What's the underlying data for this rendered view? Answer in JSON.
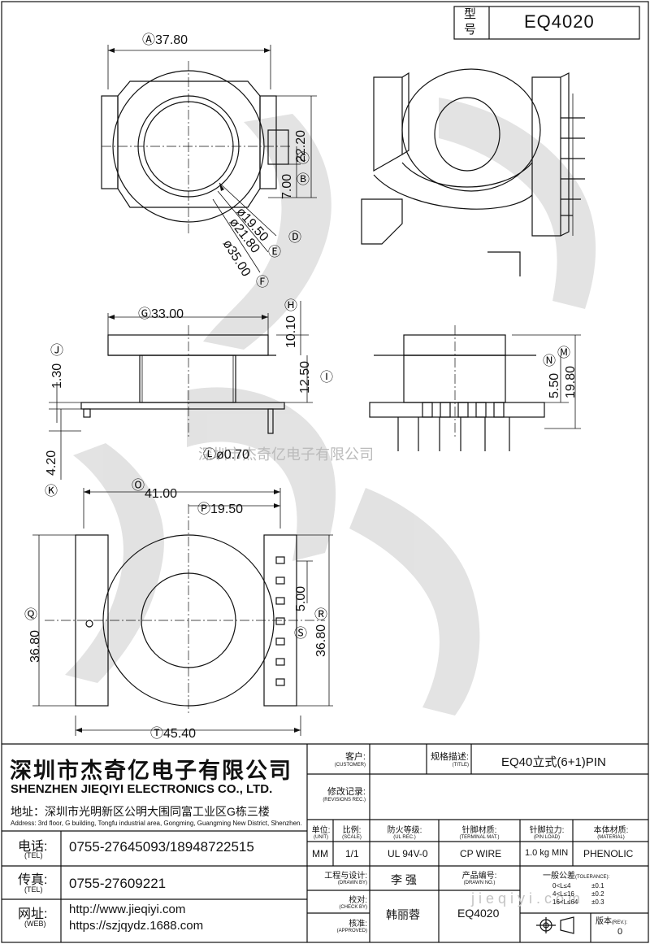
{
  "header": {
    "model_label": "型\n号",
    "model_label_1": "型",
    "model_label_2": "号",
    "model_value": "EQ4020"
  },
  "watermark": {
    "text": "深圳市杰奇亿电子有限公司",
    "site": "j i e q i y i . c o m"
  },
  "dims": {
    "A": "Ⓐ",
    "A_val": "37.80",
    "B_val": "22.20",
    "B": "Ⓑ",
    "C": "Ⓒ",
    "C_val": "7.00",
    "D": "Ⓓ",
    "D_val": "ø19.50",
    "E": "Ⓔ",
    "E_val": "ø21.80",
    "F": "Ⓕ",
    "F_val": "ø35.00",
    "G": "Ⓖ",
    "G_val": "33.00",
    "H": "Ⓗ",
    "H_val": "10.10",
    "I": "Ⓘ",
    "I_val": "12.50",
    "J": "Ⓙ",
    "J_val": "1.30",
    "K": "Ⓚ",
    "K_val": "4.20",
    "L": "Ⓛ",
    "L_val": "ø0.70",
    "M": "Ⓜ",
    "M_val": "19.80",
    "N": "Ⓝ",
    "N_val": "5.50",
    "O": "Ⓞ",
    "O_val": "41.00",
    "P": "Ⓟ",
    "P_val": "19.50",
    "Q": "Ⓠ",
    "Q_val": "36.80",
    "R": "Ⓡ",
    "R_val": "36.80",
    "S": "Ⓢ",
    "S_val": "5.00",
    "T": "Ⓣ",
    "T_val": "45.40"
  },
  "company": {
    "name_cn": "深圳市杰奇亿电子有限公司",
    "name_en": "SHENZHEN JIEQIYI ELECTRONICS CO., LTD.",
    "address_label": "地址：",
    "address_cn": "深圳市光明新区公明大围同富工业区G栋三楼",
    "address_en": "Address: 3rd floor, G building, Tongfu industrial area, Gongming, Guangming New District, Shenzhen.",
    "tel_label": "电话:",
    "tel_label_en": "(TEL)",
    "tel_value": "0755-27645093/18948722515",
    "fax_label": "传真:",
    "fax_label_en": "(TEL)",
    "fax_value": "0755-27609221",
    "web_label": "网址:",
    "web_label_en": "(WEB)",
    "web_1": "http://www.jieqiyi.com",
    "web_2": "https://szjqydz.1688.com"
  },
  "titleblock": {
    "customer_label": "客户:",
    "customer_label_en": "(CUSTOMER)",
    "customer_value": "",
    "title_label": "规格描述:",
    "title_label_en": "(TITLE)",
    "title_value": "EQ40立式(6+1)PIN",
    "rev_label": "修改记录:",
    "rev_label_en": "(REVISIONS REC.)",
    "cols": [
      {
        "label": "单位:",
        "en": "(UNIT)",
        "value": "MM"
      },
      {
        "label": "比例:",
        "en": "(SCALE)",
        "value": "1/1"
      },
      {
        "label": "防火等级:",
        "en": "(UL REC.)",
        "value": "UL 94V-0"
      },
      {
        "label": "针脚材质:",
        "en": "(TERMINAL MAT.)",
        "value": "CP WIRE"
      },
      {
        "label": "针脚拉力:",
        "en": "(PIN LOAD)",
        "value": "1.0 kg MIN"
      },
      {
        "label": "本体材质:",
        "en": "(MATERIAL)",
        "value": "PHENOLIC"
      }
    ],
    "drawn_label": "工程与设计:",
    "drawn_label_en": "(DRAWN BY)",
    "drawn_value": "李  强",
    "check_label": "校对:",
    "check_label_en": "(CHECK BY)",
    "approved_label": "核准:",
    "approved_label_en": "(APPROVED)",
    "approved_value": "韩丽蓉",
    "drawno_label": "产品编号:",
    "drawno_label_en": "(DRAWN NO.)",
    "drawno_value": "EQ4020",
    "tol_label": "一般公差",
    "tol_label_en": "(TOLERANCE):",
    "tol_rows": [
      {
        "range": "0<L≤4",
        "value": "±0.1"
      },
      {
        "range": "4<L≤16",
        "value": "±0.2"
      },
      {
        "range": "16<L≤64",
        "value": "±0.3"
      }
    ],
    "version_label": "版本",
    "version_label_en": "(REV.):",
    "version_value": "0"
  }
}
